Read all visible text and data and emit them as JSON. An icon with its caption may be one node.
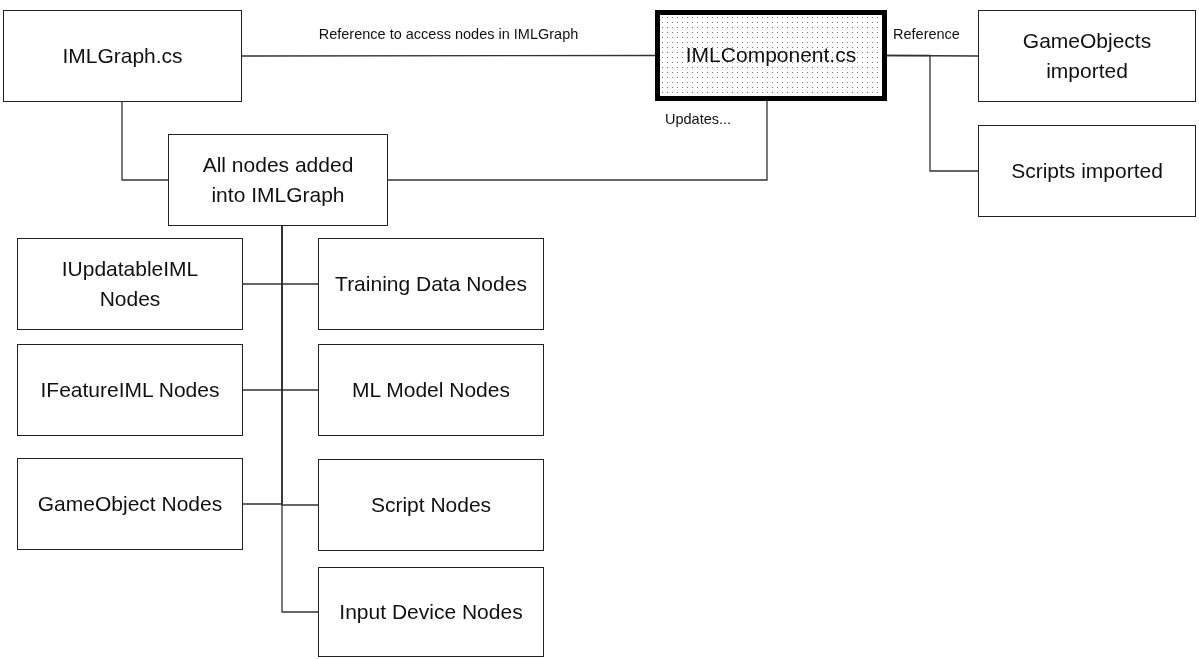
{
  "diagram": {
    "nodes": [
      {
        "text": [
          "IMLGraph.cs"
        ]
      },
      {
        "text": [
          "IMLComponent.cs"
        ]
      },
      {
        "text": [
          "GameObjects imported"
        ]
      },
      {
        "text": [
          "Scripts imported"
        ]
      },
      {
        "text": [
          "All nodes added into IMLGraph"
        ]
      },
      {
        "text": [
          "IUpdatableIML Nodes"
        ]
      },
      {
        "text": [
          "Training Data Nodes"
        ]
      },
      {
        "text": [
          "IFeatureIML Nodes"
        ]
      },
      {
        "text": [
          "ML Model Nodes"
        ]
      },
      {
        "text": [
          "GameObject Nodes"
        ]
      },
      {
        "text": [
          "Script Nodes"
        ]
      },
      {
        "text": [
          "Input Device Nodes"
        ]
      }
    ],
    "edges": [
      {
        "from": 0,
        "to": 1,
        "arrow": "none",
        "label": "Reference to access nodes in IMLGraph"
      },
      {
        "from": 0,
        "to": 4,
        "arrow": "none"
      },
      {
        "from": 1,
        "to": 4,
        "arrow": "none",
        "label": "Updates..."
      },
      {
        "from": 1,
        "to": 2,
        "arrow": "none",
        "label": "Reference"
      },
      {
        "from": 1,
        "to": 3,
        "arrow": "none"
      },
      {
        "from": 4,
        "to": 5,
        "arrow": "none"
      },
      {
        "from": 4,
        "to": 6,
        "arrow": "none"
      },
      {
        "from": 4,
        "to": 7,
        "arrow": "none"
      },
      {
        "from": 4,
        "to": 8,
        "arrow": "none"
      },
      {
        "from": 4,
        "to": 9,
        "arrow": "none"
      },
      {
        "from": 4,
        "to": 10,
        "arrow": "none"
      },
      {
        "from": 4,
        "to": 11,
        "arrow": "none"
      }
    ]
  }
}
